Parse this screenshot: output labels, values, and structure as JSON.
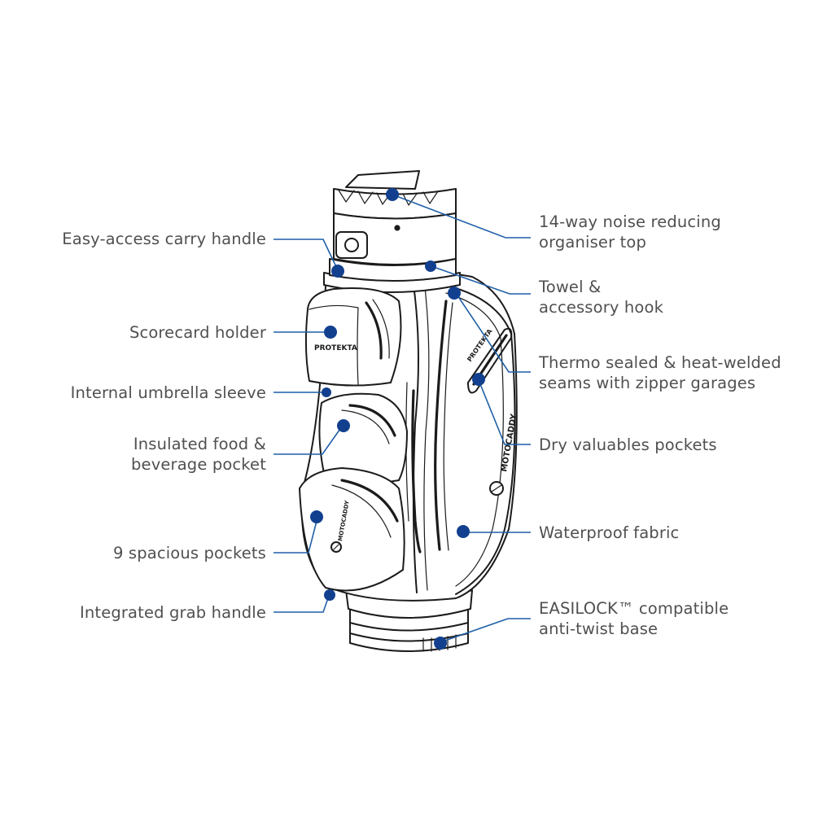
{
  "labels": {
    "left": [
      {
        "id": "carry-handle",
        "lines": [
          "Easy-access carry handle"
        ]
      },
      {
        "id": "scorecard-holder",
        "lines": [
          "Scorecard holder"
        ]
      },
      {
        "id": "umbrella-sleeve",
        "lines": [
          "Internal umbrella sleeve"
        ]
      },
      {
        "id": "food-pocket",
        "lines": [
          "Insulated food &",
          "beverage pocket"
        ]
      },
      {
        "id": "spacious-pockets",
        "lines": [
          "9 spacious pockets"
        ]
      },
      {
        "id": "grab-handle",
        "lines": [
          "Integrated grab handle"
        ]
      }
    ],
    "right": [
      {
        "id": "organiser-top",
        "lines": [
          "14-way noise reducing",
          "organiser top"
        ]
      },
      {
        "id": "towel-hook",
        "lines": [
          "Towel &",
          "accessory hook"
        ]
      },
      {
        "id": "thermo-seams",
        "lines": [
          "Thermo sealed & heat-welded",
          "seams with zipper garages"
        ]
      },
      {
        "id": "dry-pockets",
        "lines": [
          "Dry valuables pockets"
        ]
      },
      {
        "id": "waterproof-fabric",
        "lines": [
          "Waterproof fabric"
        ]
      },
      {
        "id": "easilock-base",
        "lines": [
          "EASILOCK™ compatible",
          "anti-twist base"
        ]
      }
    ]
  },
  "bag_branding": {
    "pocket_brand": "PROTEKTA",
    "side_brand": "PROTEKTA",
    "vertical_brand": "MOTOCADDY",
    "pocket_vertical_brand": "MOTOCADDY"
  },
  "colors": {
    "text": "#505050",
    "leader_line": "#1f5fa8",
    "dot": "#12408f",
    "outline": "#1b1b1b"
  }
}
